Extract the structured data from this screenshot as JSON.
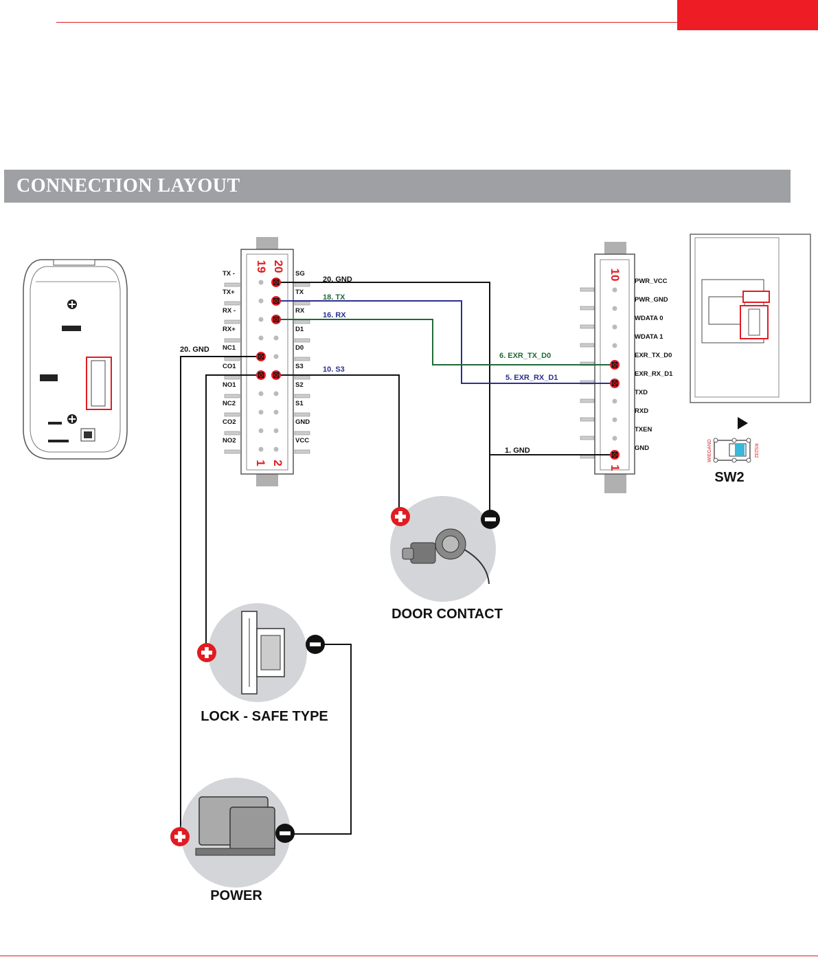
{
  "section": {
    "title": "CONNECTION LAYOUT"
  },
  "left_connector": {
    "pin_top_left": "19",
    "pin_top_right": "20",
    "pin_bottom_left": "1",
    "pin_bottom_right": "2",
    "left_labels": [
      "TX -",
      "TX+",
      "RX -",
      "RX+",
      "NC1",
      "CO1",
      "NO1",
      "NC2",
      "CO2",
      "NO2"
    ],
    "right_labels": [
      "SG",
      "TX",
      "RX",
      "D1",
      "D0",
      "S3",
      "S2",
      "S1",
      "GND",
      "VCC"
    ]
  },
  "right_connector": {
    "pin_top": "10",
    "pin_bottom": "1",
    "labels": [
      "PWR_VCC",
      "PWR_GND",
      "WDATA 0",
      "WDATA 1",
      "EXR_TX_D0",
      "EXR_RX_D1",
      "TXD",
      "RXD",
      "TXEN",
      "GND"
    ]
  },
  "wires": {
    "gnd20": "20. GND",
    "tx18": "18. TX",
    "rx16": "16. RX",
    "s3": "10. S3",
    "gnd20_left": "20. GND",
    "exr_tx": "6. EXR_TX_D0",
    "exr_rx": "5. EXR_RX_D1",
    "gnd1": "1. GND"
  },
  "colors": {
    "wire_black": "#111111",
    "wire_blue": "#2b2f8f",
    "wire_green": "#1e6b35",
    "accent_red": "#e11b22"
  },
  "switch": {
    "title": "SW2",
    "left_text": "WIEGAND",
    "right_text": "RS232"
  },
  "devices": {
    "door_contact": "DOOR CONTACT",
    "lock": "LOCK - SAFE TYPE",
    "power": "POWER"
  }
}
